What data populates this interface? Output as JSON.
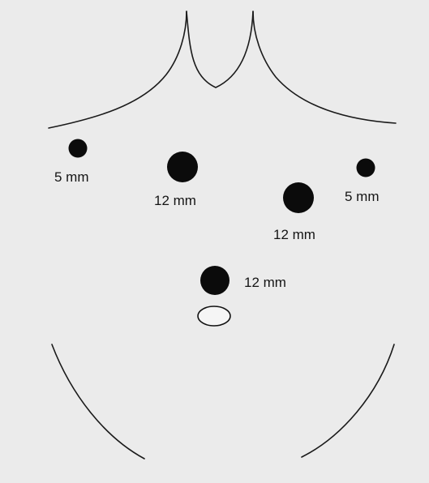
{
  "figure": {
    "colors": {
      "background": "#ebebeb",
      "outline": "#1a1a1a",
      "port": "#0b0b0b"
    },
    "ports": [
      {
        "id": "port-left-lateral",
        "label": "5 mm",
        "size_mm": 5
      },
      {
        "id": "port-left-medial",
        "label": "12 mm",
        "size_mm": 12
      },
      {
        "id": "port-right-medial",
        "label": "12 mm",
        "size_mm": 12
      },
      {
        "id": "port-right-lateral",
        "label": "5 mm",
        "size_mm": 5
      },
      {
        "id": "port-umbilical",
        "label": "12 mm",
        "size_mm": 12
      }
    ]
  }
}
